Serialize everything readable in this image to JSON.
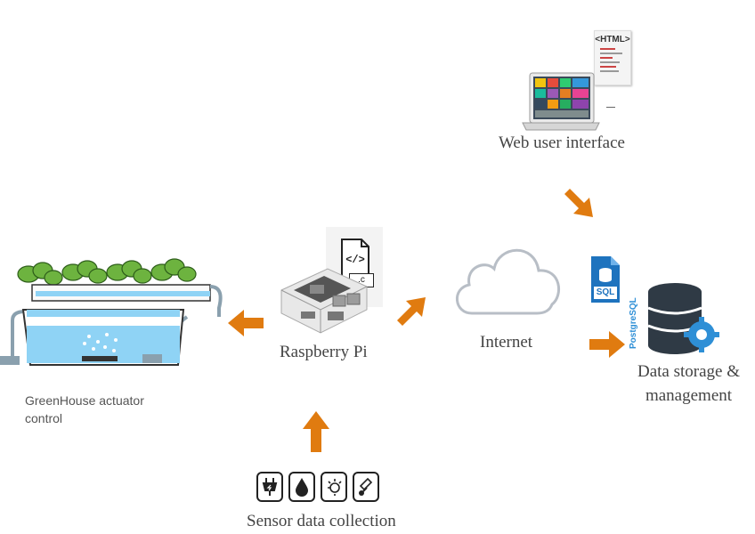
{
  "nodes": {
    "web_ui": {
      "label": "Web user interface",
      "html_tag": "<HTML>"
    },
    "raspberry_pi": {
      "label": "Raspberry Pi",
      "file_ext": ".c",
      "code_glyph": "</>"
    },
    "internet": {
      "label": "Internet"
    },
    "database": {
      "label_line1": "Data storage &",
      "label_line2": "management",
      "brand": "PostgreSQL",
      "sql_tag": "SQL"
    },
    "greenhouse": {
      "label": "GreenHouse actuator control"
    },
    "sensors": {
      "label": "Sensor data collection",
      "icons": [
        "power-plug-icon",
        "water-drop-icon",
        "light-icon",
        "thermometer-icon"
      ]
    }
  },
  "colors": {
    "arrow": "#e07b10",
    "cloud_stroke": "#b8bec6",
    "db_dark": "#2f3a45",
    "gear_blue": "#2e8fd6",
    "water": "#8fd3f5"
  }
}
